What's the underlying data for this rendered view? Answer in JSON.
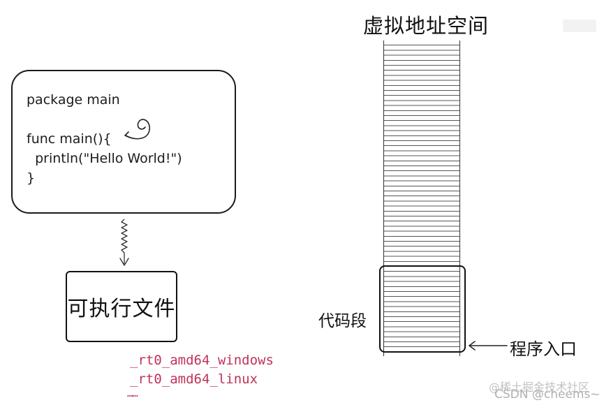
{
  "code": {
    "lines": [
      "package main",
      "func main(){",
      "  println(\"Hello World!\")",
      "}"
    ]
  },
  "executable": {
    "label": "可执行文件"
  },
  "entries": [
    "_rt0_amd64_windows",
    "_rt0_amd64_linux",
    "……"
  ],
  "memory": {
    "title": "虚拟地址空间",
    "code_segment_label": "代码段",
    "entry_label": "程序入口"
  },
  "watermarks": [
    "@稀土掘金技术社区",
    "CSDN @cheems~"
  ],
  "colors": {
    "accent": "#c0325a",
    "ink": "#111111"
  }
}
